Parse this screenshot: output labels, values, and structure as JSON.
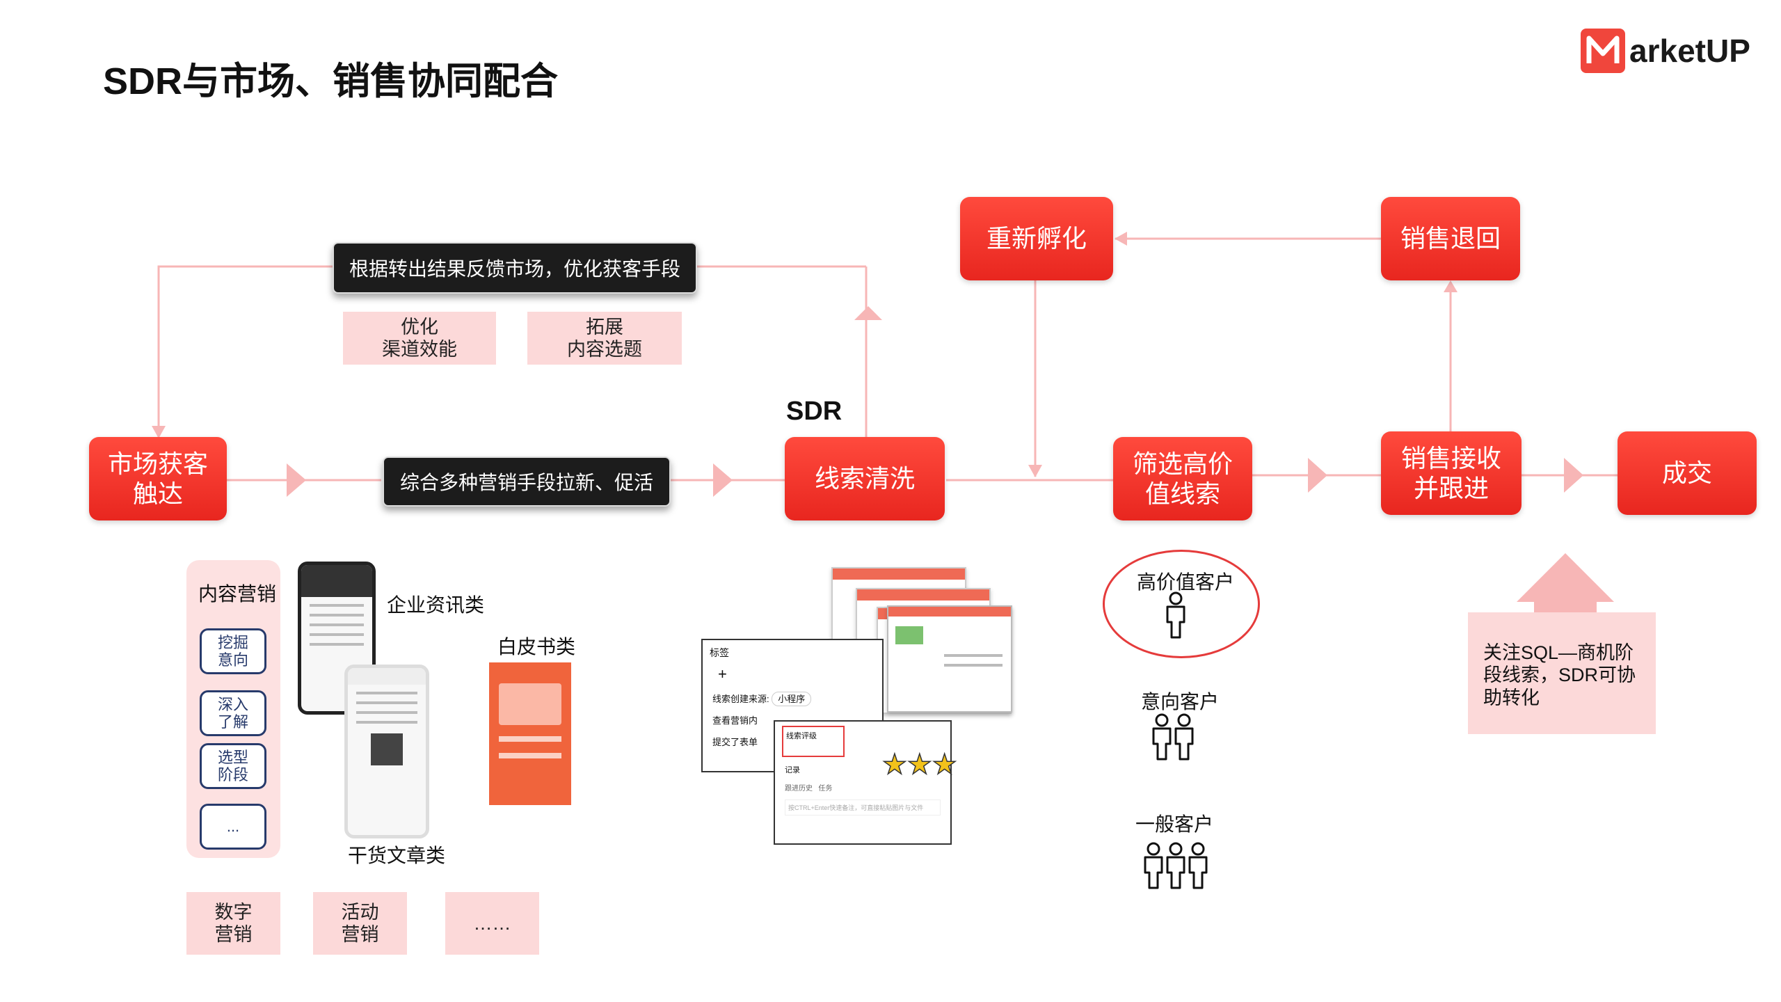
{
  "title": "SDR与市场、销售协同配合",
  "logo": {
    "text": "arketUP",
    "brand_color": "#f0463c"
  },
  "colors": {
    "node_red": "#ef3328",
    "arrow_pink": "#f7b6b6",
    "pink_fill": "#fcd9d9",
    "navy": "#273a6b"
  },
  "nodes": {
    "market": "市场获客\n触达",
    "leads_clean": "线索清洗",
    "screen": "筛选高价\n值线索",
    "sales_accept": "销售接收\n并跟进",
    "deal": "成交",
    "reincubate": "重新孵化",
    "sales_return": "销售退回"
  },
  "sdr_label": "SDR",
  "feedback_box": "根据转出结果反馈市场，优化获客手段",
  "combine_box": "综合多种营销手段拉新、促活",
  "optimize_tags": [
    "优化\n渠道效能",
    "拓展\n内容选题"
  ],
  "content_panel": {
    "title": "内容营销",
    "pills": [
      "挖掘\n意向",
      "深入\n了解",
      "选型\n阶段",
      "..."
    ]
  },
  "bottom_tags": [
    "数字\n营销",
    "活动\n营销",
    "……"
  ],
  "content_labels": {
    "news": "企业资讯类",
    "whitepaper": "白皮书类",
    "article": "干货文章类"
  },
  "crm_mock": {
    "tags_label": "标签",
    "plus": "+",
    "rows": [
      "线索创建来源:",
      "查看营销内",
      "提交了表单"
    ],
    "source_value": "小程序",
    "score_label": "线索评级",
    "record_label": "记录",
    "record_tabs": [
      "跟进历史",
      "任务"
    ],
    "record_placeholder": "按CTRL+Enter快速备注，可直接粘贴图片与文件",
    "stars": "★★★"
  },
  "customers": [
    {
      "label": "高价值客户",
      "count": 1
    },
    {
      "label": "意向客户",
      "count": 2
    },
    {
      "label": "一般客户",
      "count": 3
    }
  ],
  "sql_note": "关注SQL—商机阶段线索，SDR可协助转化"
}
